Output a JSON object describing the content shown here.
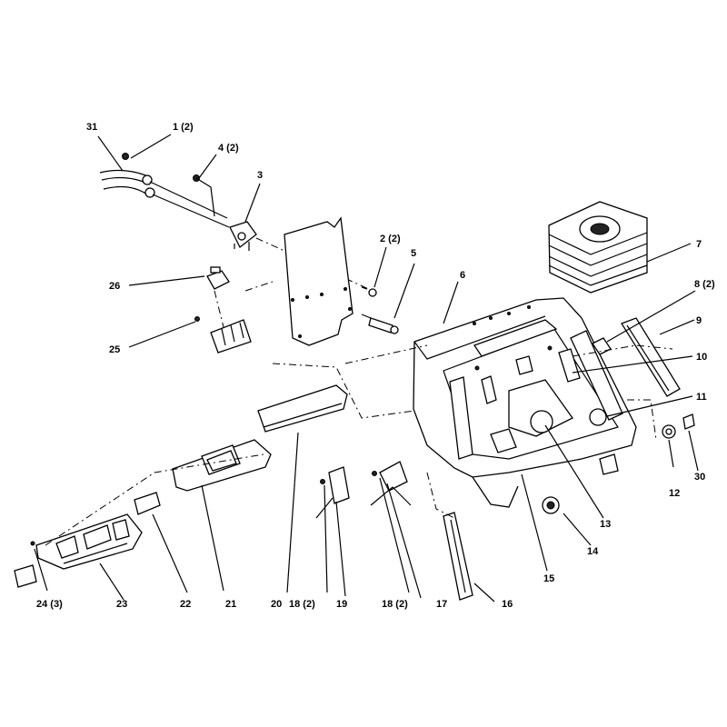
{
  "callouts": {
    "c31": "31",
    "c1": "1 (2)",
    "c4": "4 (2)",
    "c3": "3",
    "c26": "26",
    "c25": "25",
    "c2": "2 (2)",
    "c5": "5",
    "c6": "6",
    "c7": "7",
    "c8": "8 (2)",
    "c9": "9",
    "c10": "10",
    "c11": "11",
    "c12": "12",
    "c30": "30",
    "c13": "13",
    "c14": "14",
    "c15": "15",
    "c16": "16",
    "c17": "17",
    "c18b": "18 (2)",
    "c19": "19",
    "c18a": "18 (2)",
    "c20": "20",
    "c21": "21",
    "c22": "22",
    "c23": "23",
    "c24": "24 (3)"
  }
}
